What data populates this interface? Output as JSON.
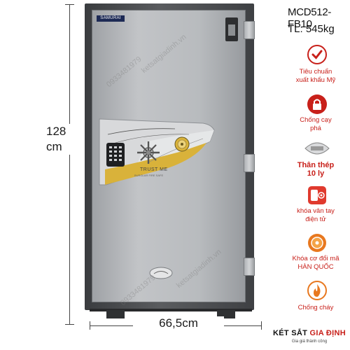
{
  "product": {
    "model": "MCD512-FB10",
    "weight": "TL: 545kg",
    "height_label": "128\ncm",
    "height_value": "128",
    "height_unit": "cm",
    "width_label": "66,5cm",
    "door_brand": "SAMURAI",
    "panel_text": "TRUST ME",
    "panel_subtext": "BURGLAR FIRE SAFE"
  },
  "features": [
    {
      "icon": "check-badge-icon",
      "label_line1": "Tiêu chuẩn",
      "label_line2": "xuất khẩu Mỹ"
    },
    {
      "icon": "padlock-icon",
      "label_line1": "Chống cạy",
      "label_line2": "phá"
    },
    {
      "icon": "steel-badge-icon",
      "label_line1": "Thân thép",
      "label_line2": "10 ly"
    },
    {
      "icon": "fingerprint-lock-icon",
      "label_line1": "khóa vân tay",
      "label_line2": "điện tử"
    },
    {
      "icon": "dial-lock-icon",
      "label_line1": "Khóa cơ đổi mã",
      "label_line2": "HÀN QUỐC"
    },
    {
      "icon": "fire-icon",
      "label_line1": "Chống cháy",
      "label_line2": ""
    }
  ],
  "footer": {
    "brand_part1": "KÉT SẮT ",
    "brand_part2": "GIA ĐỊNH",
    "slogan": "Gia giá thành công"
  },
  "watermarks": [
    "0933481979",
    "ketsatgiadinh.vn"
  ],
  "colors": {
    "accent_red": "#c8201a",
    "safe_body": "#3e4043",
    "door": "#b8bbbe",
    "panel_gold": "#d9b23a"
  }
}
